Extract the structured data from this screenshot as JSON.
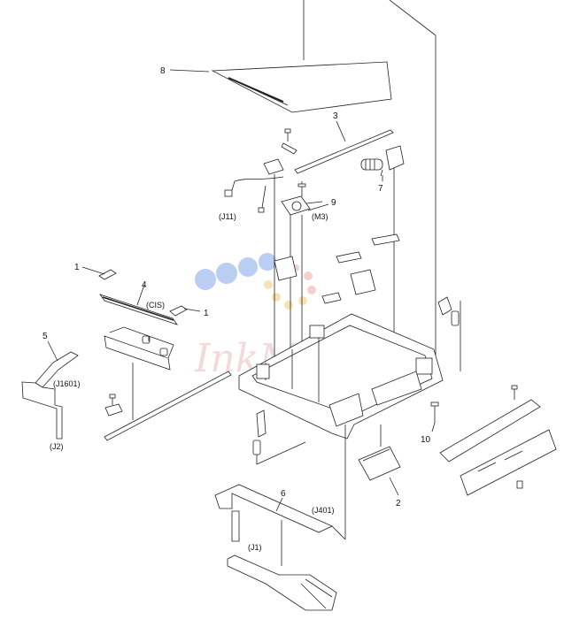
{
  "callouts": {
    "c1a": "1",
    "c1b": "1",
    "c2": "2",
    "c3": "3",
    "c4": "4",
    "c5": "5",
    "c6": "6",
    "c7": "7",
    "c8": "8",
    "c9": "9",
    "c10": "10"
  },
  "connectors": {
    "j11": "(J11)",
    "m3": "(M3)",
    "cis": "(CIS)",
    "j1601": "(J1601)",
    "j2": "(J2)",
    "j401": "(J401)",
    "j1": "(J1)"
  },
  "watermark": {
    "text": "InkMarket",
    "dot_colors": [
      "#9db7ee",
      "#f6d38a",
      "#f2b4b4"
    ]
  },
  "colors": {
    "line": "#222222",
    "background": "#ffffff"
  }
}
